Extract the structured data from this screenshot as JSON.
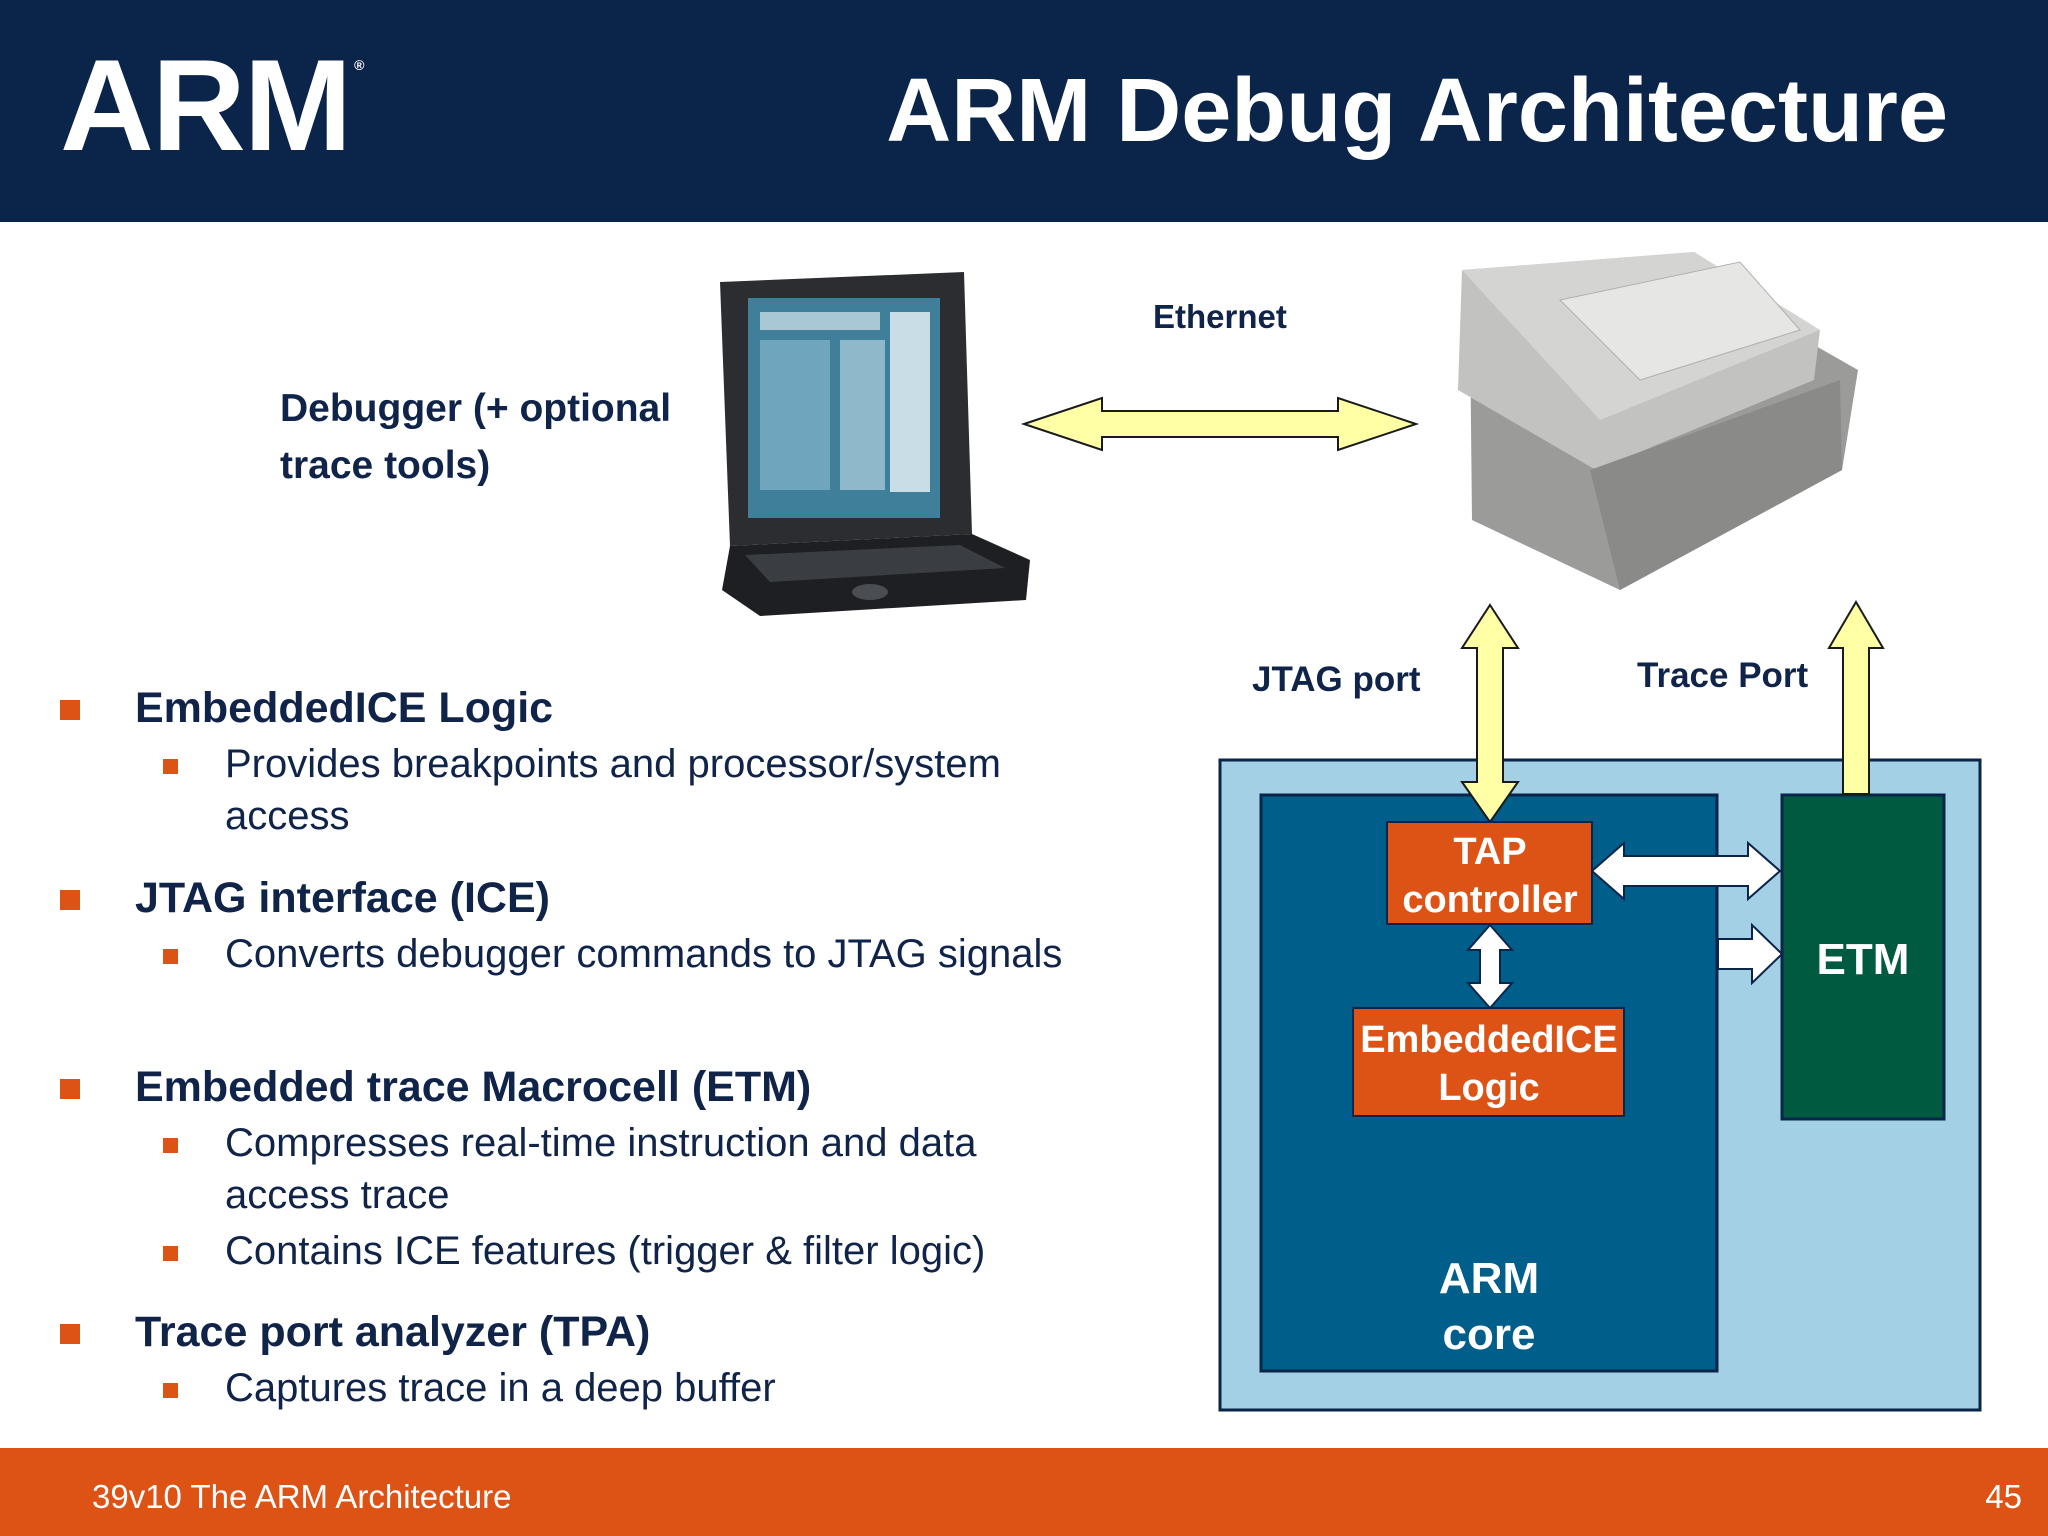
{
  "header": {
    "logo": "ARM",
    "title": "ARM Debug Architecture"
  },
  "diagram": {
    "debugger_label_line1": "Debugger (+ optional",
    "debugger_label_line2": "trace tools)",
    "ethernet_label": "Ethernet",
    "jtag_port_label": "JTAG port",
    "trace_port_label": "Trace Port",
    "tap_line1": "TAP",
    "tap_line2": "controller",
    "eice_line1": "EmbeddedICE",
    "eice_line2": "Logic",
    "etm": "ETM",
    "core_line1": "ARM",
    "core_line2": "core"
  },
  "bullets": [
    {
      "title": "EmbeddedICE Logic",
      "subs": [
        "Provides breakpoints and processor/system access"
      ]
    },
    {
      "title": "JTAG interface (ICE)",
      "subs": [
        "Converts debugger commands to JTAG signals"
      ]
    },
    {
      "title": "Embedded trace Macrocell (ETM)",
      "subs": [
        "Compresses real-time instruction and data access trace",
        "Contains ICE features (trigger & filter logic)"
      ]
    },
    {
      "title": "Trace port analyzer (TPA)",
      "subs": [
        "Captures trace in a deep buffer"
      ]
    }
  ],
  "footer": {
    "left": "39v10 The ARM Architecture",
    "page": "45"
  }
}
